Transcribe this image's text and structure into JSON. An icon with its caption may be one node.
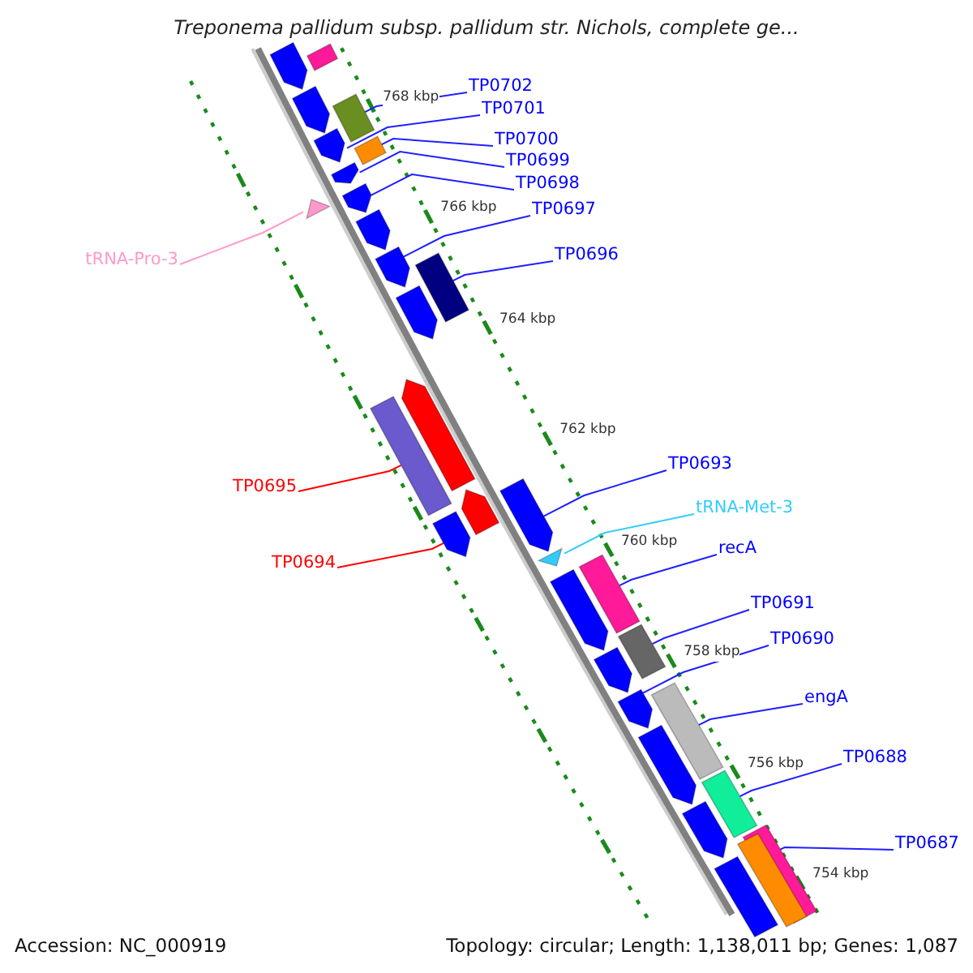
{
  "diagram": {
    "title": "Treponema pallidum subsp. pallidum str. Nichols, complete ge...",
    "nodes": [
      {
        "text": [
          "TP0702"
        ]
      },
      {
        "text": [
          "TP0701"
        ]
      },
      {
        "text": [
          "TP0700"
        ]
      },
      {
        "text": [
          "TP0699"
        ]
      },
      {
        "text": [
          "TP0698"
        ]
      },
      {
        "text": [
          "TP0697"
        ]
      },
      {
        "text": [
          "TP0696"
        ]
      },
      {
        "text": [
          "tRNA-Pro-3"
        ]
      },
      {
        "text": [
          "TP0695"
        ]
      },
      {
        "text": [
          "TP0694"
        ]
      },
      {
        "text": [
          "TP0693"
        ]
      },
      {
        "text": [
          "tRNA-Met-3"
        ]
      },
      {
        "text": [
          "recA"
        ]
      },
      {
        "text": [
          "TP0691"
        ]
      },
      {
        "text": [
          "TP0690"
        ]
      },
      {
        "text": [
          "engA"
        ]
      },
      {
        "text": [
          "TP0688"
        ]
      },
      {
        "text": [
          "TP0687"
        ]
      },
      {
        "text": [],
        "shape": "box"
      },
      {
        "text": [],
        "shape": "arrow"
      },
      {
        "text": [],
        "shape": "arrow"
      },
      {
        "text": [],
        "shape": "box"
      },
      {
        "text": [],
        "shape": "arrow"
      },
      {
        "text": [],
        "shape": "box"
      },
      {
        "text": [],
        "shape": "arrow"
      },
      {
        "text": [],
        "shape": "triangle"
      },
      {
        "text": [],
        "shape": "arrow"
      },
      {
        "text": [],
        "shape": "arrow"
      },
      {
        "text": [],
        "shape": "arrow"
      },
      {
        "text": [],
        "shape": "box"
      },
      {
        "text": [],
        "shape": "arrow"
      },
      {
        "text": [],
        "shape": "arrow"
      },
      {
        "text": [],
        "shape": "box"
      },
      {
        "text": [],
        "shape": "arrow"
      },
      {
        "text": [],
        "shape": "arrow"
      },
      {
        "text": [],
        "shape": "arrow"
      },
      {
        "text": [],
        "shape": "box"
      },
      {
        "text": [],
        "shape": "triangle"
      },
      {
        "text": [],
        "shape": "arrow"
      },
      {
        "text": [],
        "shape": "box"
      },
      {
        "text": [],
        "shape": "arrow"
      },
      {
        "text": [],
        "shape": "arrow"
      },
      {
        "text": [],
        "shape": "box"
      },
      {
        "text": [],
        "shape": "arrow"
      },
      {
        "text": [],
        "shape": "box"
      },
      {
        "text": [],
        "shape": "arrow"
      },
      {
        "text": [],
        "shape": "box"
      },
      {
        "text": [],
        "shape": "box"
      },
      {
        "text": [],
        "shape": "box"
      }
    ],
    "edges": [
      {
        "from": 0,
        "to": 21,
        "arrow": "none"
      },
      {
        "from": 1,
        "to": 22,
        "arrow": "none"
      },
      {
        "from": 2,
        "to": 23,
        "arrow": "none"
      },
      {
        "from": 3,
        "to": 24,
        "arrow": "none"
      },
      {
        "from": 4,
        "to": 26,
        "arrow": "none"
      },
      {
        "from": 5,
        "to": 28,
        "arrow": "none"
      },
      {
        "from": 6,
        "to": 29,
        "arrow": "none"
      },
      {
        "from": 7,
        "to": 25,
        "arrow": "none",
        "color": "#ff99cc"
      },
      {
        "from": 8,
        "to": 32,
        "arrow": "none",
        "color": "#ff0000"
      },
      {
        "from": 9,
        "to": 34,
        "arrow": "none",
        "color": "#ff0000"
      },
      {
        "from": 10,
        "to": 35,
        "arrow": "none"
      },
      {
        "from": 11,
        "to": 37,
        "arrow": "none",
        "color": "#33ccff"
      },
      {
        "from": 12,
        "to": 36,
        "arrow": "none"
      },
      {
        "from": 13,
        "to": 39,
        "arrow": "none"
      },
      {
        "from": 14,
        "to": 41,
        "arrow": "none"
      },
      {
        "from": 15,
        "to": 42,
        "arrow": "none"
      },
      {
        "from": 16,
        "to": 44,
        "arrow": "none"
      },
      {
        "from": 17,
        "to": 46,
        "arrow": "none"
      }
    ],
    "labels": [
      "768 kbp",
      "766 kbp",
      "764 kbp",
      "762 kbp",
      "760 kbp",
      "758 kbp",
      "756 kbp",
      "754 kbp",
      "Accession: NC_000919",
      "Topology: circular; Length: 1,138,011 bp; Genes: 1,087"
    ]
  }
}
